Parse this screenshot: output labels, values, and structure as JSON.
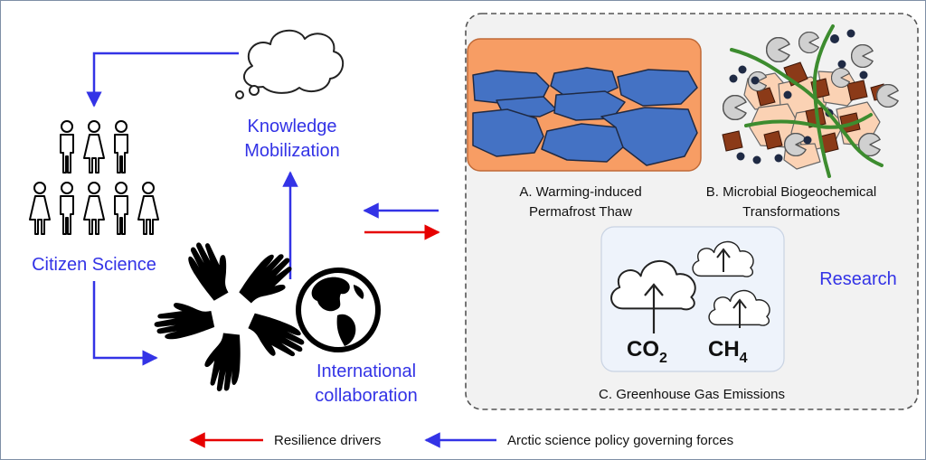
{
  "labels": {
    "citizen_science": "Citizen Science",
    "knowledge_line1": "Knowledge",
    "knowledge_line2": "Mobilization",
    "intl_line1": "International",
    "intl_line2": "collaboration",
    "research": "Research"
  },
  "panels": {
    "a_line1": "A. Warming-induced",
    "a_line2": "Permafrost Thaw",
    "b_line1": "B. Microbial Biogeochemical",
    "b_line2": "Transformations",
    "c_caption": "C. Greenhouse Gas Emissions",
    "co2_main": "CO",
    "co2_sub": "2",
    "ch4_main": "CH",
    "ch4_sub": "4"
  },
  "legend": {
    "resilience": "Resilience drivers",
    "policy": "Arctic science policy governing forces"
  },
  "colors": {
    "blue": "#3333e6",
    "red": "#e60000",
    "permafrost_bg": "#f79d64",
    "ice_blocks": "#4472c4"
  }
}
